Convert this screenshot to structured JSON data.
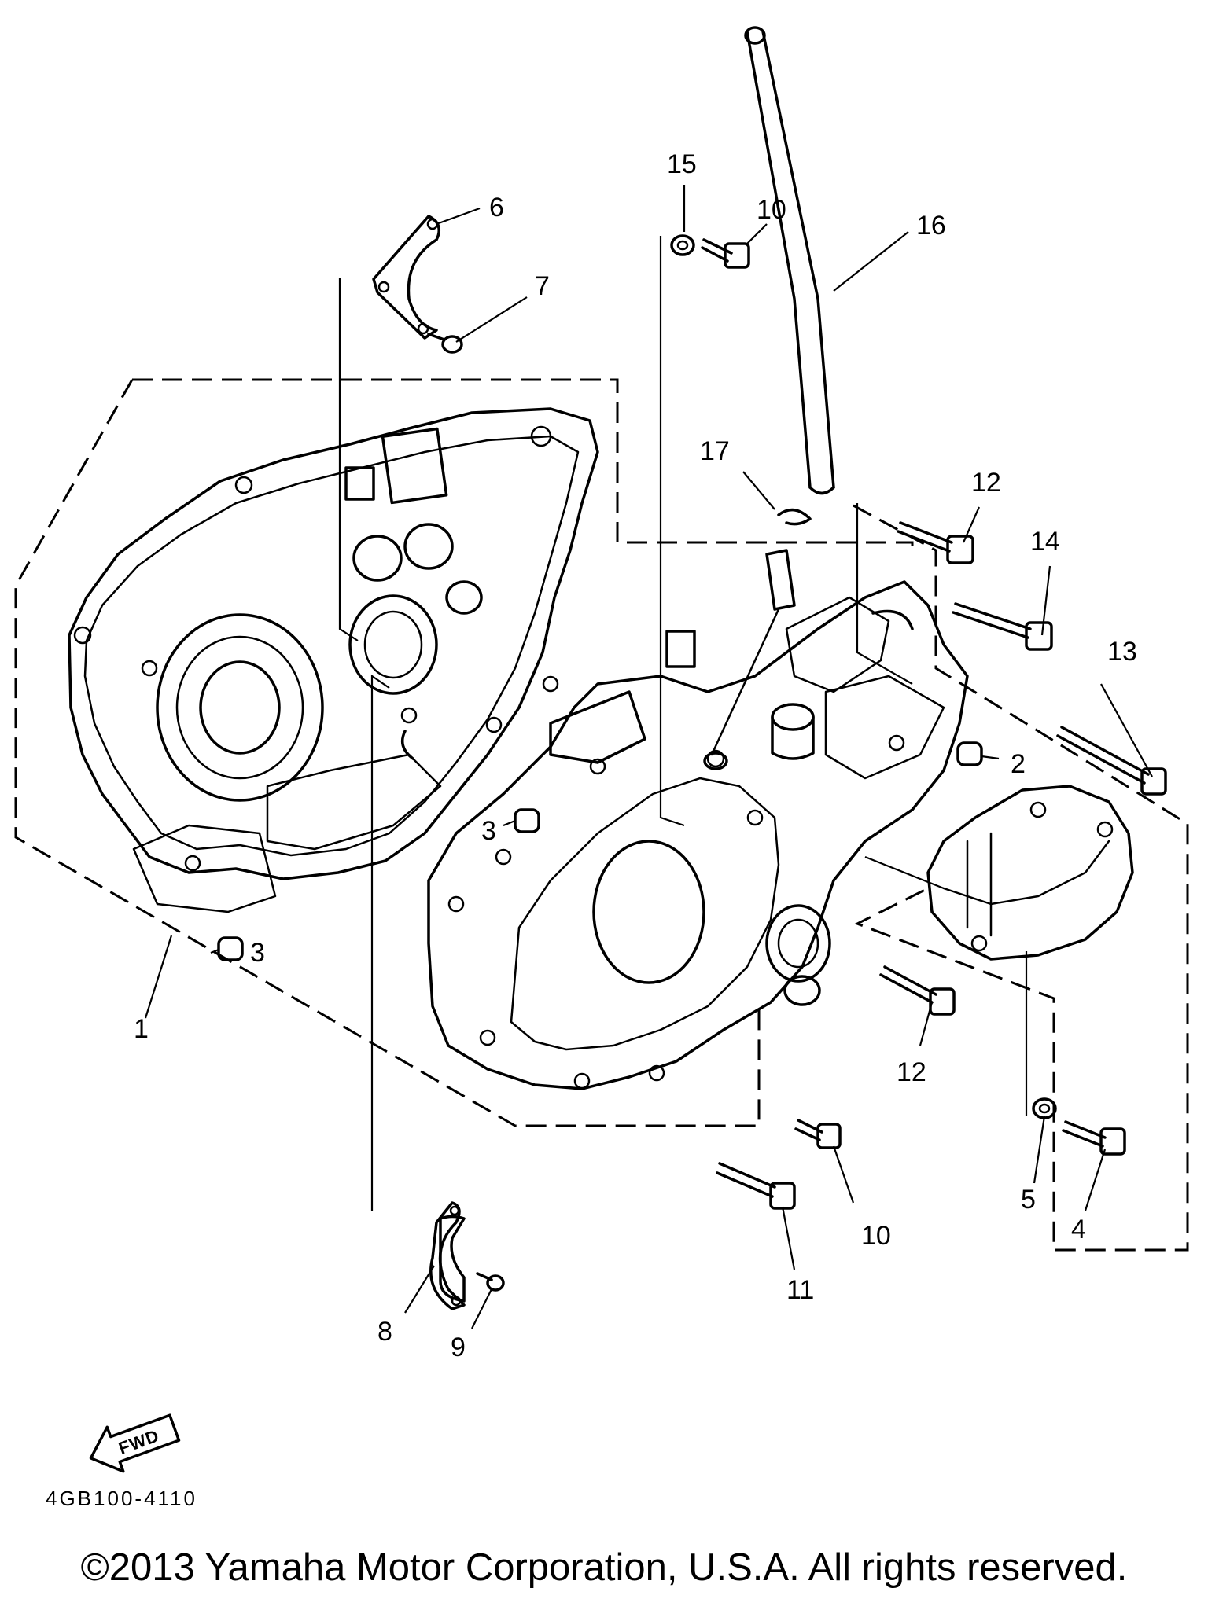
{
  "diagram": {
    "part_number_code": "4GB100-4110",
    "fwd_label": "FWD",
    "callouts": {
      "c1": "1",
      "c2": "2",
      "c3a": "3",
      "c3b": "3",
      "c4": "4",
      "c5": "5",
      "c6": "6",
      "c7": "7",
      "c8": "8",
      "c9": "9",
      "c10a": "10",
      "c10b": "10",
      "c11": "11",
      "c12a": "12",
      "c12b": "12",
      "c13": "13",
      "c14": "14",
      "c15": "15",
      "c16": "16",
      "c17": "17"
    }
  },
  "footer": {
    "copyright": "©2013 Yamaha Motor Corporation, U.S.A. All rights reserved."
  }
}
